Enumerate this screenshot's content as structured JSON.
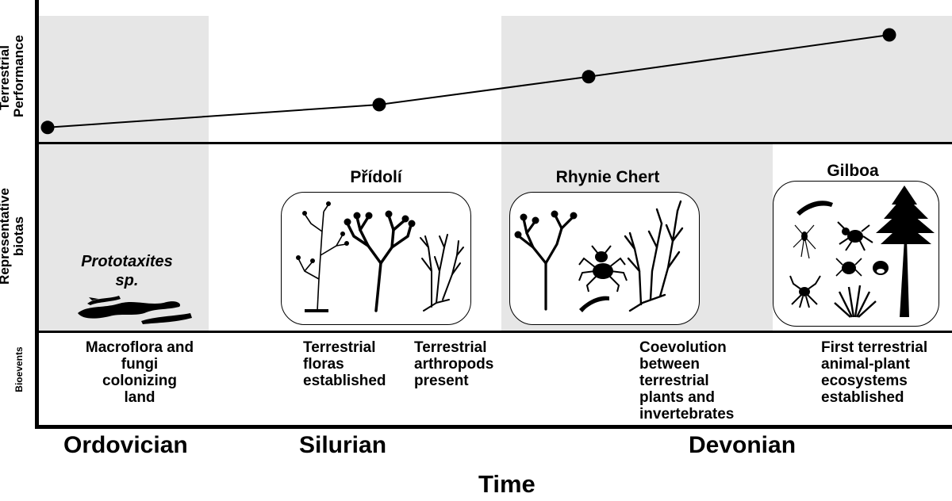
{
  "colors": {
    "shade": "#e6e6e6",
    "ink": "#000000",
    "background": "#ffffff"
  },
  "axis": {
    "performance_label": "Terrestrial\nPerformance",
    "biotas_label": "Representative\nbiotas",
    "bioevents_label": "Bioevents",
    "time_label": "Time"
  },
  "performance_points": [
    {
      "name": "ordovician",
      "level": 0.12
    },
    {
      "name": "pridoli",
      "level": 0.3
    },
    {
      "name": "rhynie",
      "level": 0.52
    },
    {
      "name": "gilboa",
      "level": 0.85
    }
  ],
  "biotas": {
    "prototaxites": {
      "label": "Prototaxites\nsp."
    },
    "pridoli": {
      "label": "Přídolí"
    },
    "rhynie": {
      "label": "Rhynie Chert"
    },
    "gilboa": {
      "label": "Gilboa"
    }
  },
  "bioevents": {
    "macroflora": "Macroflora and\nfungi\ncolonizing\nland",
    "floras": "Terrestrial\nfloras\nestablished",
    "arthropods": "Terrestrial\narthropods\npresent",
    "coevolution": "Coevolution\nbetween\nterrestrial\nplants and\ninvertebrates",
    "first": "First terrestrial\nanimal-plant\necosystems\nestablished"
  },
  "periods": {
    "ordovician": "Ordovician",
    "silurian": "Silurian",
    "devonian": "Devonian"
  }
}
